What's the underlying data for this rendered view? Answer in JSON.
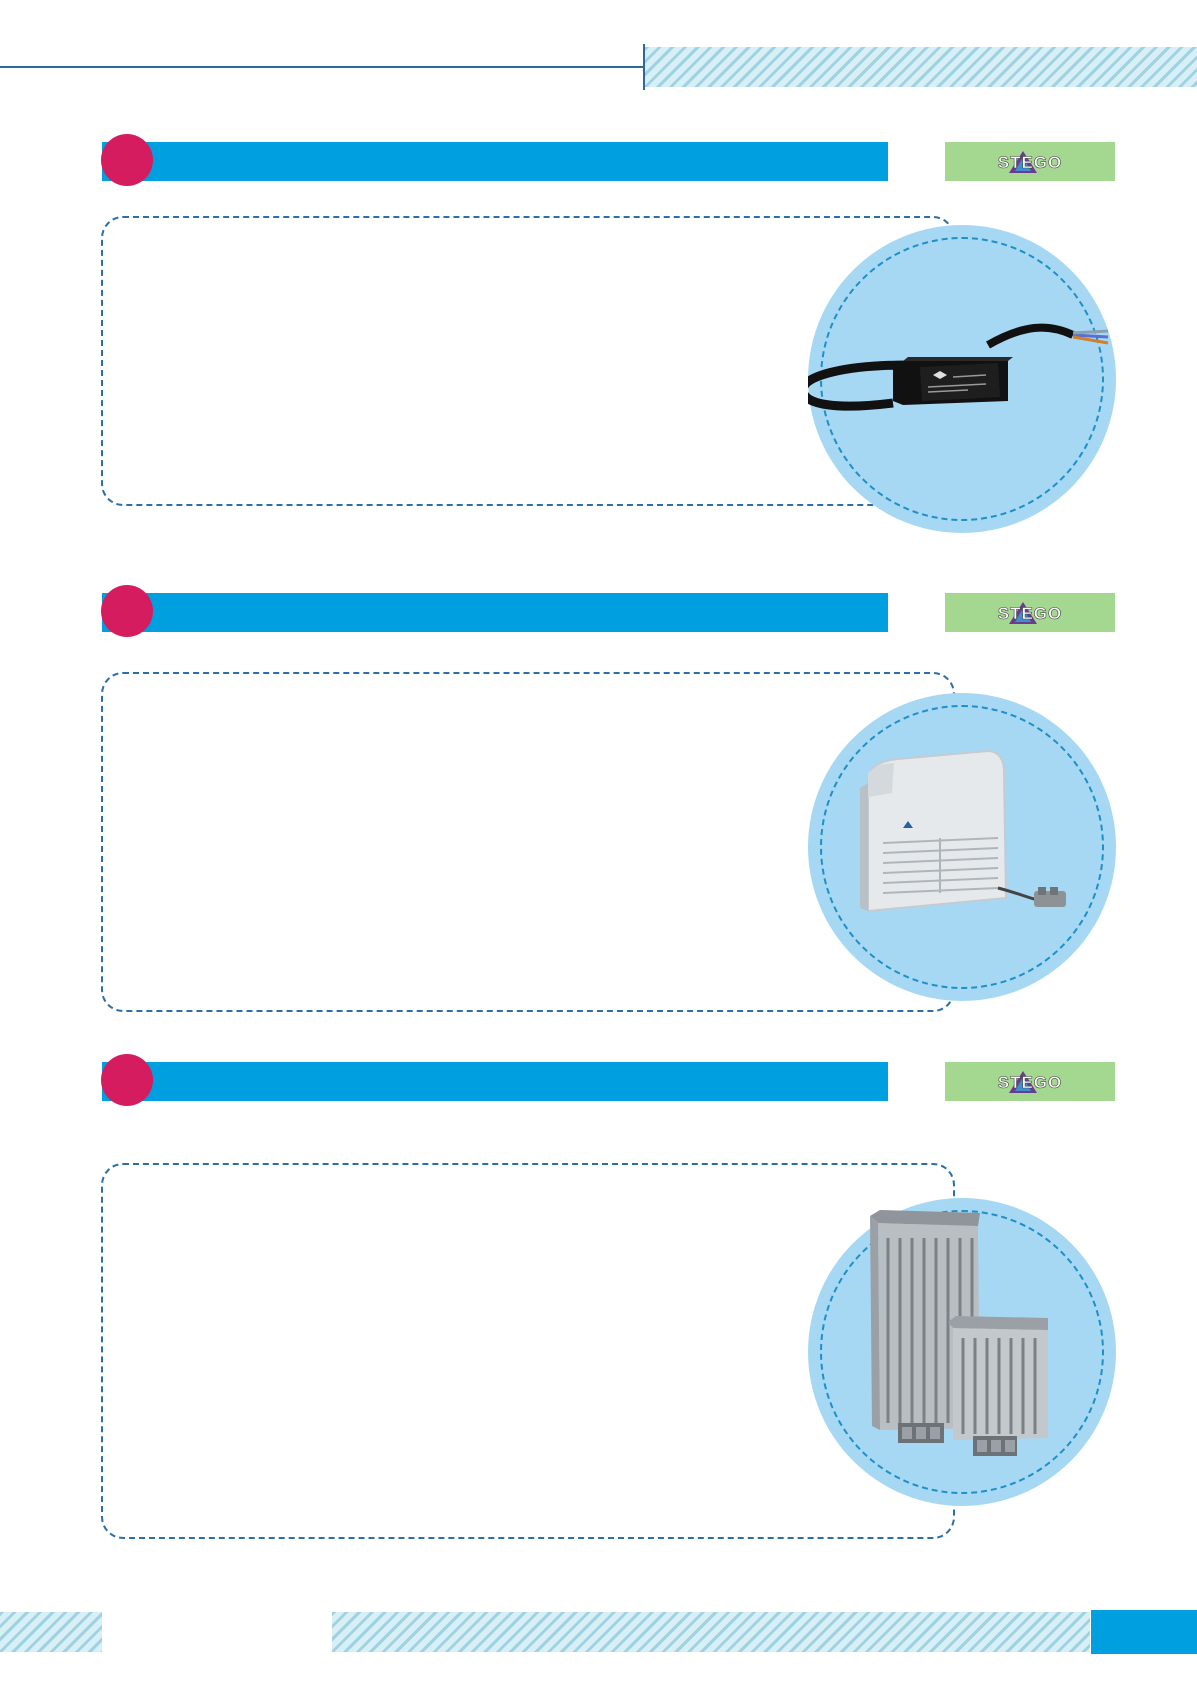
{
  "brand": {
    "logo_text": "STEGO",
    "colors": {
      "header_bar": "#00a0e0",
      "section_dot": "#d51c5e",
      "logo_bg": "#a4d890",
      "dashed_border": "#2c6fa6",
      "photo_circle": "#a6d8f4"
    }
  },
  "sections": [
    {
      "title": "",
      "logo_text": "STEGO",
      "product_image": "compact-heater-with-cable",
      "body_text": ""
    },
    {
      "title": "",
      "logo_text": "STEGO",
      "product_image": "filter-fan-heater",
      "body_text": ""
    },
    {
      "title": "",
      "logo_text": "STEGO",
      "product_image": "aluminium-profile-heaters",
      "body_text": ""
    }
  ],
  "footer": {
    "page_number": ""
  }
}
